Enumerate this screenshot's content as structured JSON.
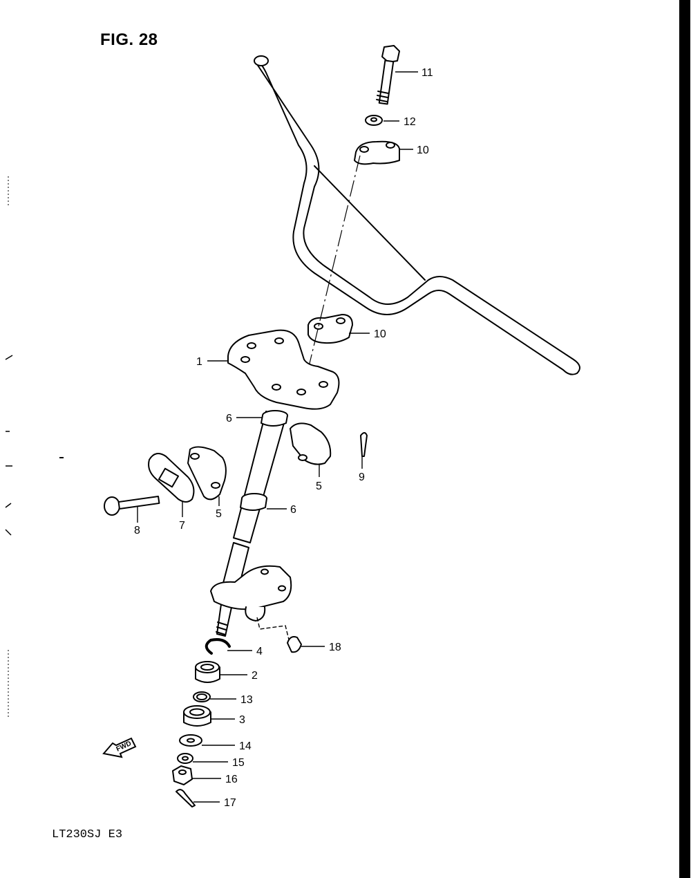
{
  "figure": {
    "title": "FIG. 28",
    "model_code": "LT230SJ  E3",
    "fwd_marker": "FWD"
  },
  "callouts": [
    {
      "id": "c1",
      "label": "1"
    },
    {
      "id": "c2",
      "label": "2"
    },
    {
      "id": "c3",
      "label": "3"
    },
    {
      "id": "c4",
      "label": "4"
    },
    {
      "id": "c5a",
      "label": "5"
    },
    {
      "id": "c5b",
      "label": "5"
    },
    {
      "id": "c6a",
      "label": "6"
    },
    {
      "id": "c6b",
      "label": "6"
    },
    {
      "id": "c7",
      "label": "7"
    },
    {
      "id": "c8",
      "label": "8"
    },
    {
      "id": "c9",
      "label": "9"
    },
    {
      "id": "c10a",
      "label": "10"
    },
    {
      "id": "c10b",
      "label": "10"
    },
    {
      "id": "c11",
      "label": "11"
    },
    {
      "id": "c12",
      "label": "12"
    },
    {
      "id": "c13",
      "label": "13"
    },
    {
      "id": "c14",
      "label": "14"
    },
    {
      "id": "c15",
      "label": "15"
    },
    {
      "id": "c16",
      "label": "16"
    },
    {
      "id": "c17",
      "label": "17"
    },
    {
      "id": "c18",
      "label": "18"
    }
  ]
}
